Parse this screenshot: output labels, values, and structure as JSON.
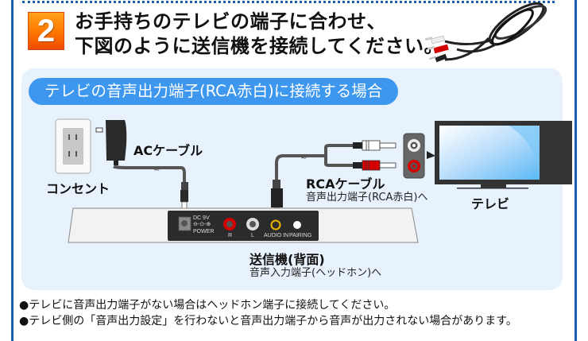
{
  "step": {
    "number": "2",
    "heading_line1": "お手持ちのテレビの端子に合わせ、",
    "heading_line2": "下図のように送信機を接続してください。"
  },
  "section": {
    "pill_title": "テレビの音声出力端子(RCA赤白)に接続する場合"
  },
  "diagram": {
    "outlet_label": "コンセント",
    "ac_cable_label": "ACケーブル",
    "rca_cable_label": "RCAケーブル",
    "rca_cable_sub": "音声出力端子(RCA赤白)へ",
    "tv_label": "テレビ",
    "transmitter_label": "送信機(背面)",
    "transmitter_sub": "音声入力端子(ヘッドホン)へ",
    "ports": {
      "dc_line1": "DC 9V",
      "dc_line2": "⊖-⊙-⊕",
      "dc_line3": "POWER",
      "r": "R",
      "l": "L",
      "audio_in": "AUDIO IN",
      "pairing": "PAIRING"
    },
    "colors": {
      "red_plug": "#d40000",
      "white_plug": "#ffffff",
      "audio_in_ring": "#f0b400",
      "frame_blue": "#1a5eb0",
      "pill_blue": "#3d97ef",
      "panel_bg": "#e8f2fd"
    }
  },
  "notes": [
    "●テレビに音声出力端子がない場合はヘッドホン端子に接続してください。",
    "●テレビ側の「音声出力設定」を行わないと音声出力端子から音声が出力されない場合があります。"
  ]
}
